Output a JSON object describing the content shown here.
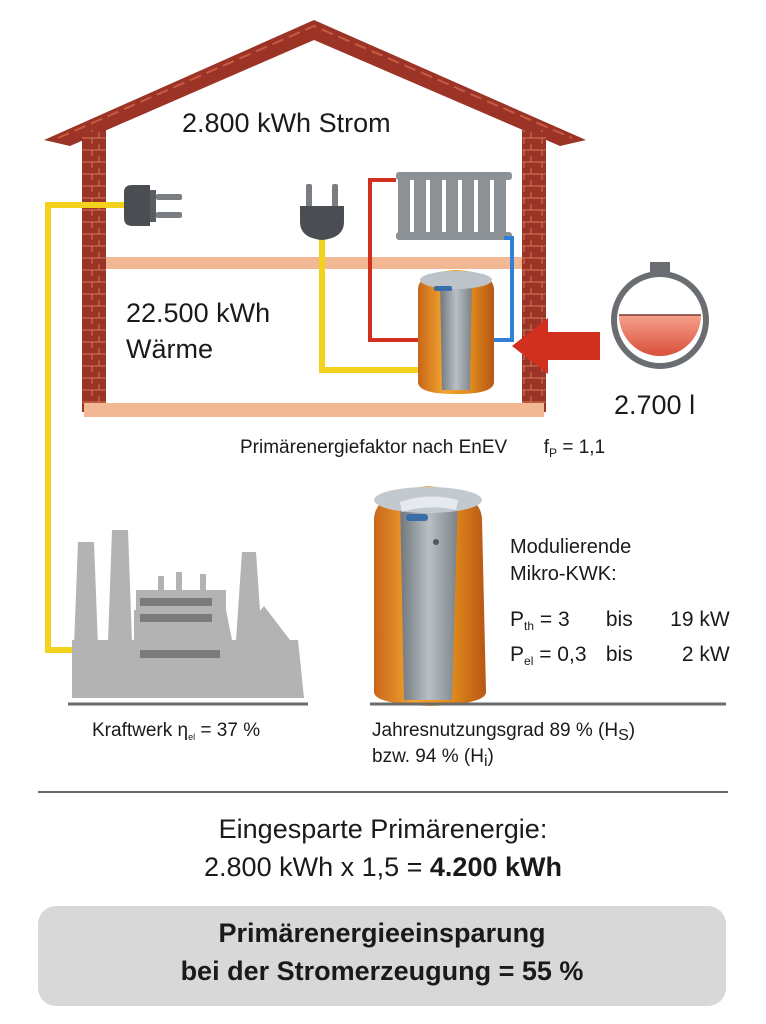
{
  "house": {
    "strom_label": "2.800 kWh Strom",
    "waerme_line1": "22.500 kWh",
    "waerme_line2": "Wärme"
  },
  "tank": {
    "volume_label": "2.700 l"
  },
  "primary_factor": {
    "label": "Primärenergiefaktor nach EnEV",
    "symbol": "f",
    "subscript": "P",
    "value": "= 1,1"
  },
  "kwk": {
    "title_line1": "Modulierende",
    "title_line2": "Mikro-KWK:",
    "pth_symbol": "P",
    "pth_sub": "th",
    "pth_value": "= 3",
    "pth_bis": "bis",
    "pth_max": "19 kW",
    "pel_symbol": "P",
    "pel_sub": "el",
    "pel_value": "= 0,3",
    "pel_bis": "bis",
    "pel_max": "2 kW"
  },
  "kraftwerk": {
    "label": "Kraftwerk",
    "eta": "η",
    "eta_sub": "el",
    "value": "= 37 %"
  },
  "jahresnutzung": {
    "line1_text": "Jahresnutzungsgrad 89 % (H",
    "line1_sub": "S",
    "line1_end": ")",
    "line2_text": "bzw. 94 % (H",
    "line2_sub": "i",
    "line2_end": ")"
  },
  "savings": {
    "title": "Eingesparte Primärenergie:",
    "formula": "2.800 kWh x 1,5 =",
    "result": "4.200 kWh"
  },
  "summary": {
    "line1": "Primärenergieeinsparung",
    "line2": "bei der Stromerzeugung = 55 %"
  },
  "colors": {
    "brick": "#9b3426",
    "floor": "#f2b893",
    "cable": "#f2d21a",
    "pipe_hot": "#d2301f",
    "pipe_cold": "#2f7fd6",
    "boiler_orange": "#e08a1c",
    "boiler_grey": "#8e959c",
    "plant_grey": "#b3b3b3",
    "tank_fill": "#e8705a",
    "summary_bg": "#d8d8d8"
  }
}
